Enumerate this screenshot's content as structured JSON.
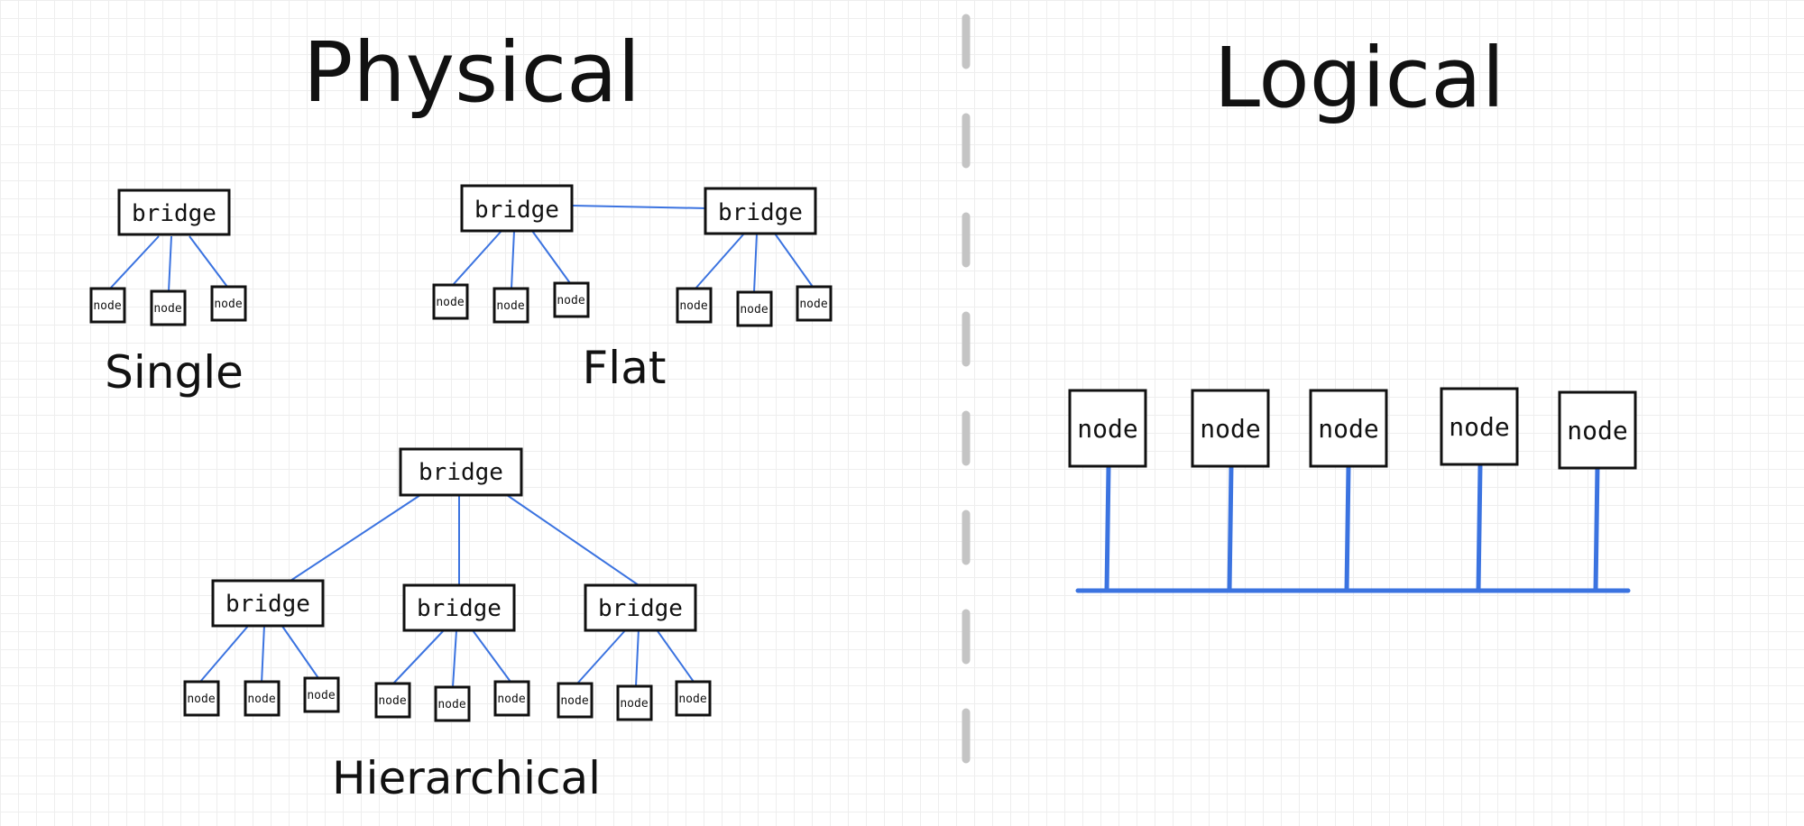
{
  "sections": {
    "physical": {
      "title": "Physical"
    },
    "logical": {
      "title": "Logical"
    }
  },
  "labels": {
    "bridge": "bridge",
    "node": "node"
  },
  "topologies": {
    "single": {
      "caption": "Single"
    },
    "flat": {
      "caption": "Flat"
    },
    "hierarchical": {
      "caption": "Hierarchical"
    }
  },
  "colors": {
    "link": "#3b73e0",
    "box_stroke": "#111111",
    "divider": "#c4c4c4",
    "grid": "#eeeeee"
  }
}
